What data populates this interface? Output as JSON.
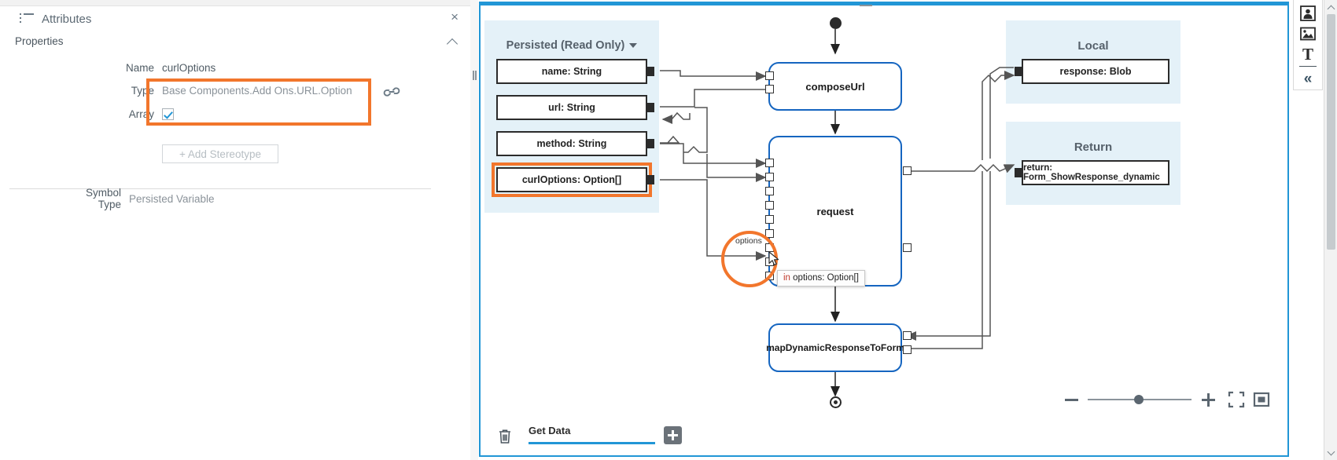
{
  "left_panel": {
    "header_title": "Attributes",
    "header_icon": "list-icon",
    "close_icon": "×",
    "section_label": "Properties",
    "fields": {
      "name_label": "Name",
      "name_value": "curlOptions",
      "type_label": "Type",
      "type_value": "Base Components.Add Ons.URL.Option",
      "array_label": "Array",
      "array_checked": true
    },
    "add_stereotype_label": "+  Add Stereotype",
    "symbol_type_label": "Symbol Type",
    "symbol_type_value": "Persisted Variable",
    "highlight_color": "#f2762c"
  },
  "canvas": {
    "groups": [
      {
        "id": "persisted",
        "title": "Persisted (Read Only)",
        "has_caret": true
      },
      {
        "id": "local",
        "title": "Local",
        "has_caret": false
      },
      {
        "id": "return",
        "title": "Return",
        "has_caret": false
      }
    ],
    "variables": [
      {
        "id": "name",
        "label": "name: String",
        "highlighted": false
      },
      {
        "id": "url",
        "label": "url: String",
        "highlighted": false
      },
      {
        "id": "method",
        "label": "method: String",
        "highlighted": false
      },
      {
        "id": "curloptions",
        "label": "curlOptions: Option[]",
        "highlighted": true
      },
      {
        "id": "response",
        "label": "response: Blob",
        "highlighted": false
      },
      {
        "id": "return",
        "label": "return: Form_ShowResponse_dynamic",
        "highlighted": false
      }
    ],
    "nodes": [
      {
        "id": "composeurl",
        "label": "composeUrl"
      },
      {
        "id": "request",
        "label": "request"
      },
      {
        "id": "mapdynamic",
        "label": "mapDynamicResponseToForm"
      }
    ],
    "pin_label": "options",
    "tooltip": {
      "keyword": "in",
      "text": " options: Option[]"
    },
    "accent_color": "#2196d6",
    "node_border_color": "#1565c0",
    "group_bg": "#e4f1f8"
  },
  "bottom_bar": {
    "trash_icon": "trash-icon",
    "active_tab": "Get Data",
    "add_tab_icon": "plus-icon"
  },
  "zoom_controls": {
    "minus_icon": "minus-icon",
    "plus_icon": "plus-icon",
    "fit_icon": "fit-screen-icon",
    "fullscreen_icon": "zoom-to-selection-icon",
    "slider_position_pct": 45
  },
  "right_toolbar": {
    "items": [
      {
        "id": "person",
        "icon": "person-icon"
      },
      {
        "id": "image",
        "icon": "image-icon"
      },
      {
        "id": "text",
        "icon": "text-icon",
        "glyph": "T"
      },
      {
        "id": "collapse",
        "icon": "chevron-double-left-icon",
        "glyph": "«"
      }
    ]
  }
}
